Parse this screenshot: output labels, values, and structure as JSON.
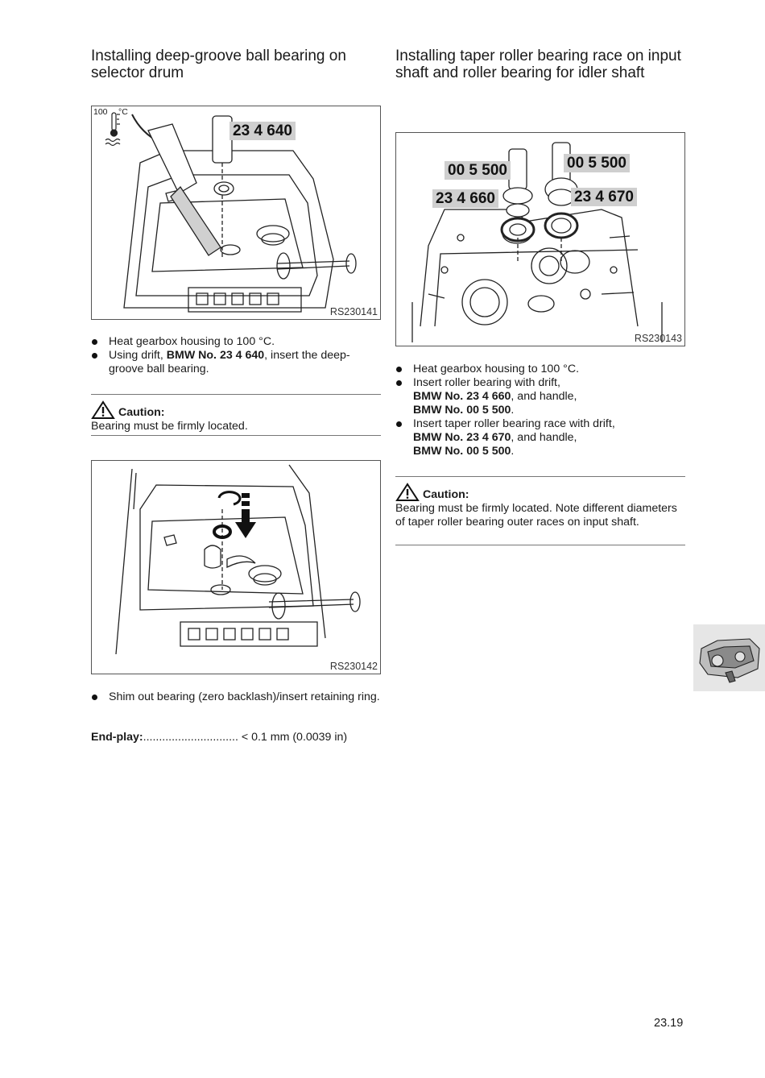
{
  "left": {
    "heading": "Installing deep-groove ball bearing on selector drum",
    "fig1": {
      "id": "RS230141",
      "callout": "23 4 640",
      "temp_scale": "100",
      "temp_unit": "°C"
    },
    "bullets1": [
      {
        "text": "Heat gearbox housing to 100 °C."
      },
      {
        "pre": "Using drift, ",
        "bold": "BMW No. 23 4 640",
        "post": ", insert the deep-groove ball bearing."
      }
    ],
    "caution": {
      "label": "Caution:",
      "text": "Bearing must be firmly located."
    },
    "fig2": {
      "id": "RS230142"
    },
    "bullets2": [
      {
        "text": "Shim out bearing (zero backlash)/insert retaining ring."
      }
    ],
    "endplay": {
      "label": "End-play:",
      "dots": "..............................",
      "value": "< 0.1 mm (0.0039 in)"
    }
  },
  "right": {
    "heading": "Installing taper roller bearing race on input shaft and roller bearing for idler shaft",
    "fig3": {
      "id": "RS230143",
      "callouts": [
        "00 5 500",
        "00 5 500",
        "23 4 660",
        "23 4 670"
      ]
    },
    "bullets": [
      {
        "text": "Heat gearbox housing to 100 °C."
      },
      {
        "pre": "Insert roller bearing with drift,",
        "b1": "BMW No. 23 4 660",
        "mid": ", and handle,",
        "b2": "BMW No. 00 5 500",
        "post": "."
      },
      {
        "pre": "Insert taper roller bearing race with drift,",
        "b1": "BMW No. 23 4 670",
        "mid": ", and handle,",
        "b2": "BMW No. 00 5 500",
        "post": "."
      }
    ],
    "caution": {
      "label": "Caution:",
      "text": "Bearing must be firmly located. Note different diameters of taper roller bearing outer races on input shaft."
    }
  },
  "page_number": "23.19",
  "icons": [
    "warning-triangle-icon",
    "thermometer-icon",
    "gearbox-thumbnail-icon"
  ]
}
